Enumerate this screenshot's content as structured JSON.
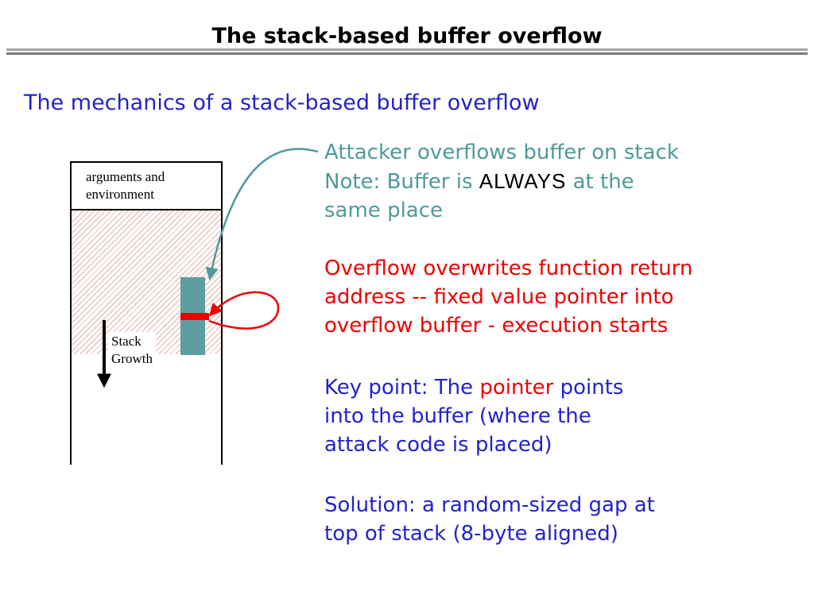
{
  "slide": {
    "title": "The stack-based buffer overflow",
    "heading": "The mechanics of a stack-based buffer overflow"
  },
  "diagram": {
    "args_label": "arguments and environment",
    "stack_growth_label": "Stack\nGrowth",
    "buffer_color": "#5f9ea0",
    "return_address_color": "#ee0000",
    "hatch_color": "#e7adad"
  },
  "annotations": {
    "attacker": {
      "line1": "Attacker overflows buffer on stack",
      "line2_pre": "Note: Buffer is ",
      "always": "ALWAYS",
      "line2_post": " at the",
      "line3": "same place",
      "color": "#4f9a9a"
    },
    "overflow": {
      "text": "Overflow overwrites function return\naddress -- fixed value pointer into\noverflow buffer - execution starts",
      "color": "#ee0000"
    },
    "keypoint": {
      "pre": "Key point: The ",
      "highlight": "pointer",
      "post": " points\ninto the buffer (where the\nattack code is placed)",
      "color": "#2222cc",
      "highlight_color": "#ee0000"
    },
    "solution": {
      "text": "Solution:  a random-sized gap at\ntop of stack (8-byte aligned)",
      "color": "#2222cc"
    }
  }
}
